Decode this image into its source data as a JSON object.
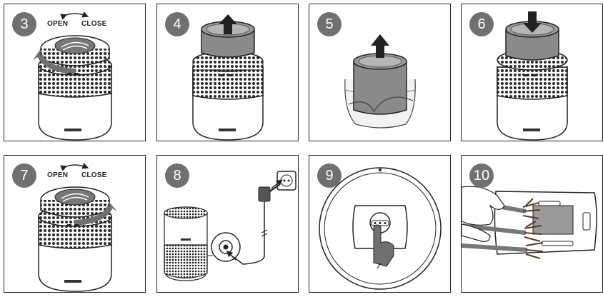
{
  "steps": [
    {
      "number": "3",
      "open_label": "OPEN",
      "close_label": "CLOSE"
    },
    {
      "number": "4"
    },
    {
      "number": "5"
    },
    {
      "number": "6"
    },
    {
      "number": "7",
      "open_label": "OPEN",
      "close_label": "CLOSE"
    },
    {
      "number": "8"
    },
    {
      "number": "9"
    },
    {
      "number": "10"
    }
  ],
  "colors": {
    "badge": "#707070",
    "border": "#222222",
    "filter_gray": "#8a8a8a",
    "brush_brown": "#5a3a2a"
  }
}
